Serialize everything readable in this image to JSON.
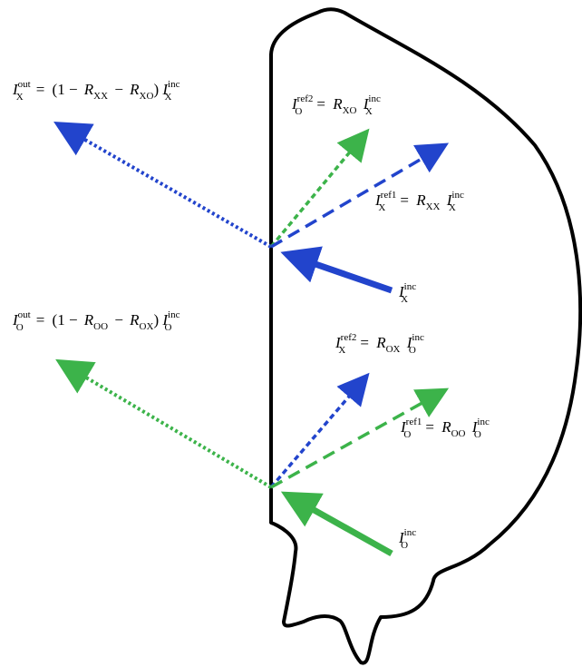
{
  "colors": {
    "outline": "#000000",
    "x_arrow": "#2244cc",
    "o_arrow": "#3cb34a"
  },
  "labels": {
    "x_out": {
      "lhs_sym": "I",
      "lhs_sup": "out",
      "lhs_sub": "X",
      "eq": "=",
      "rhs_text": "(1 −",
      "r1_sym": "R",
      "r1_sub": "XX",
      "minus": "−",
      "r2_sym": "R",
      "r2_sub": "XO",
      "close": ")",
      "i_sym": "I",
      "i_sup": "inc",
      "i_sub": "X"
    },
    "o_ref2": {
      "lhs_sym": "I",
      "lhs_sup": "ref2",
      "lhs_sub": "O",
      "eq": "=",
      "r_sym": "R",
      "r_sub": "XO",
      "i_sym": "I",
      "i_sup": "inc",
      "i_sub": "X"
    },
    "x_ref1": {
      "lhs_sym": "I",
      "lhs_sup": "ref1",
      "lhs_sub": "X",
      "eq": "=",
      "r_sym": "R",
      "r_sub": "XX",
      "i_sym": "I",
      "i_sup": "inc",
      "i_sub": "X"
    },
    "x_inc": {
      "sym": "I",
      "sup": "inc",
      "sub": "X"
    },
    "o_out": {
      "lhs_sym": "I",
      "lhs_sup": "out",
      "lhs_sub": "O",
      "eq": "=",
      "rhs_text": "(1 −",
      "r1_sym": "R",
      "r1_sub": "OO",
      "minus": "−",
      "r2_sym": "R",
      "r2_sub": "OX",
      "close": ")",
      "i_sym": "I",
      "i_sup": "inc",
      "i_sub": "O"
    },
    "x_ref2": {
      "lhs_sym": "I",
      "lhs_sup": "ref2",
      "lhs_sub": "X",
      "eq": "=",
      "r_sym": "R",
      "r_sub": "OX",
      "i_sym": "I",
      "i_sup": "inc",
      "i_sub": "O"
    },
    "o_ref1": {
      "lhs_sym": "I",
      "lhs_sup": "ref1",
      "lhs_sub": "O",
      "eq": "=",
      "r_sym": "R",
      "r_sub": "OO",
      "i_sym": "I",
      "i_sup": "inc",
      "i_sub": "O"
    },
    "o_inc": {
      "sym": "I",
      "sup": "inc",
      "sub": "O"
    }
  }
}
